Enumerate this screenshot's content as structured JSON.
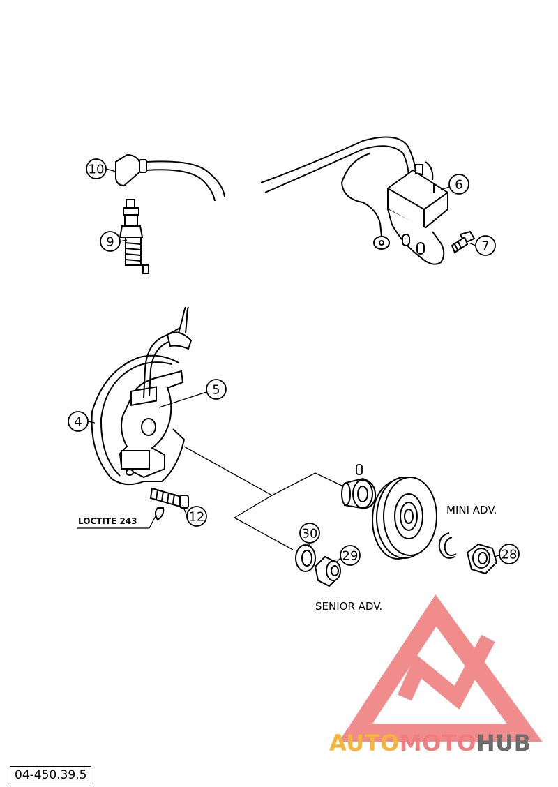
{
  "callouts": [
    {
      "id": "callout-10",
      "label": "10",
      "part": "spark-plug-connector"
    },
    {
      "id": "callout-9",
      "label": "9",
      "part": "spark-plug"
    },
    {
      "id": "callout-6",
      "label": "6",
      "part": "ignition-coil"
    },
    {
      "id": "callout-7",
      "label": "7",
      "part": "coil-bolt"
    },
    {
      "id": "callout-5",
      "label": "5",
      "part": "stator"
    },
    {
      "id": "callout-4",
      "label": "4",
      "part": "stator-plate"
    },
    {
      "id": "callout-12",
      "label": "12",
      "part": "stator-screw"
    },
    {
      "id": "callout-30",
      "label": "30",
      "part": "washer"
    },
    {
      "id": "callout-29",
      "label": "29",
      "part": "nut-senior"
    },
    {
      "id": "callout-28",
      "label": "28",
      "part": "nut-mini"
    }
  ],
  "notes": {
    "loctite": "LOCTITE 243",
    "mini_adv": "MINI ADV.",
    "senior_adv": "SENIOR ADV."
  },
  "reference_number": "04-450.39.5",
  "watermark": {
    "text_auto": "AUTO",
    "text_moto": "MOTO",
    "text_hub": "HUB",
    "color_auto": "#f5b53c",
    "color_moto": "#f07d7d",
    "color_hub": "#6b6b6b",
    "logo_color": "#f08080"
  }
}
